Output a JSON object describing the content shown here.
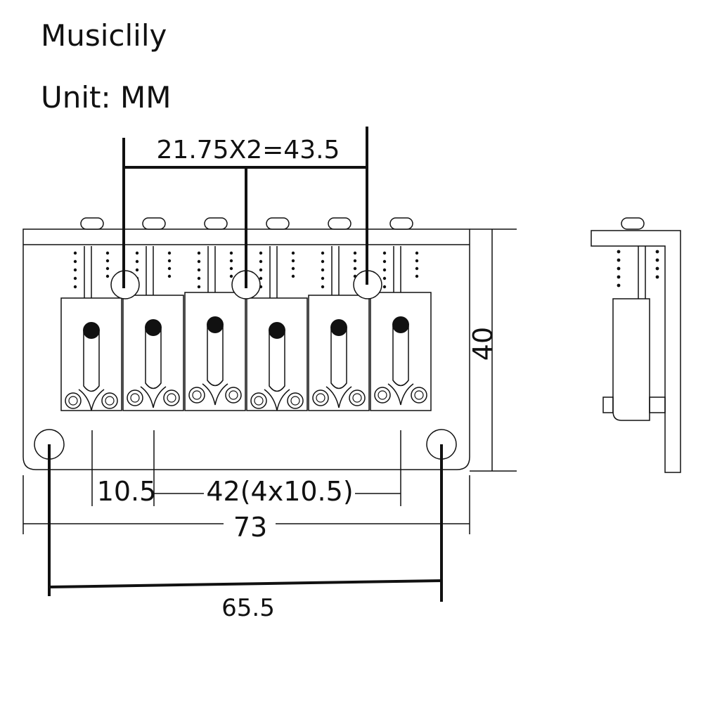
{
  "header": {
    "brand": "Musiclily",
    "unit": "Unit: MM"
  },
  "dimensions": {
    "saddle_span": "21.75X2=43.5",
    "height": "40",
    "first_offset": "10.5",
    "spacing": "42(4x10.5)",
    "total_width": "73",
    "mount_holes": "65.5"
  },
  "colors": {
    "ink": "#111111",
    "screw": "#111111"
  }
}
